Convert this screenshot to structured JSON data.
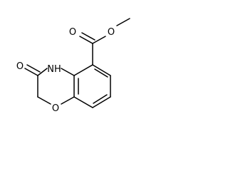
{
  "molecule": {
    "atoms": {
      "ester_carbonyl_oxygen": "O",
      "ester_ether_oxygen": "O",
      "amine_nitrogen": "NH",
      "amide_oxygen": "O",
      "ring_oxygen": "O"
    }
  }
}
